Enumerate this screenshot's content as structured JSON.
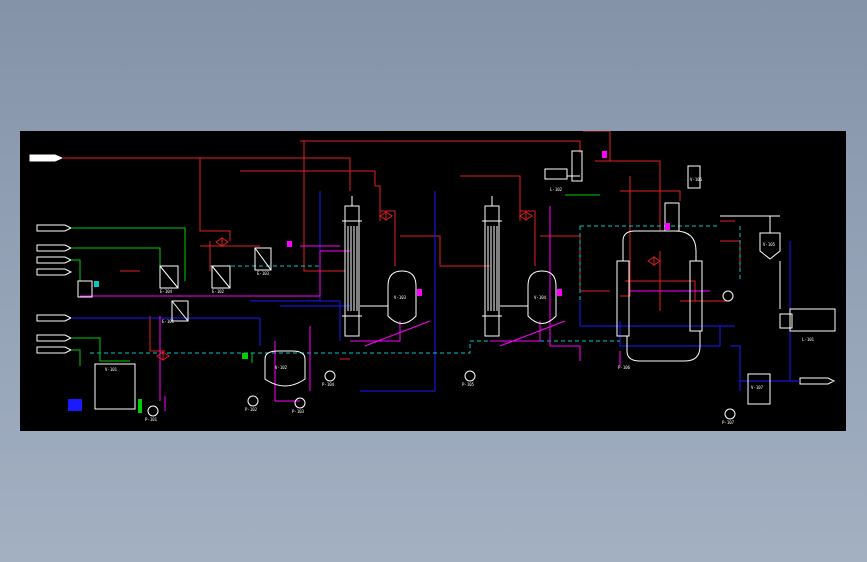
{
  "drawing": {
    "background_color": "#000000",
    "page_background": "#8f9db2"
  },
  "line_colors": {
    "steam": "#e02020",
    "water": "#1a1aff",
    "vacuum": "#00c8c8",
    "product": "#ff00ff",
    "cooling": "#00d000",
    "equipment": "#ffffff"
  },
  "equipment_labels": {
    "tank_feed": "V-101",
    "tank_mid": "V-102",
    "separator_1": "V-103",
    "separator_2": "V-104",
    "receiver_right": "V-105",
    "flash_tank": "V-106",
    "collector": "V-107",
    "pump_feed": "P-101",
    "pump_mid_a": "P-102",
    "pump_mid_b": "P-103",
    "pump_evap_1": "P-104",
    "pump_evap_2": "P-105",
    "pump_col": "P-106",
    "pump_out": "P-107",
    "hx_1": "E-101",
    "hx_2": "E-102",
    "hx_3": "E-103",
    "hx_4": "E-104",
    "vac_unit": "L-101",
    "ejector": "L-102"
  },
  "icons": [
    "pump-icon",
    "heat-exchanger-icon",
    "vessel-icon",
    "column-icon",
    "valve-icon",
    "arrow-tag-icon"
  ]
}
